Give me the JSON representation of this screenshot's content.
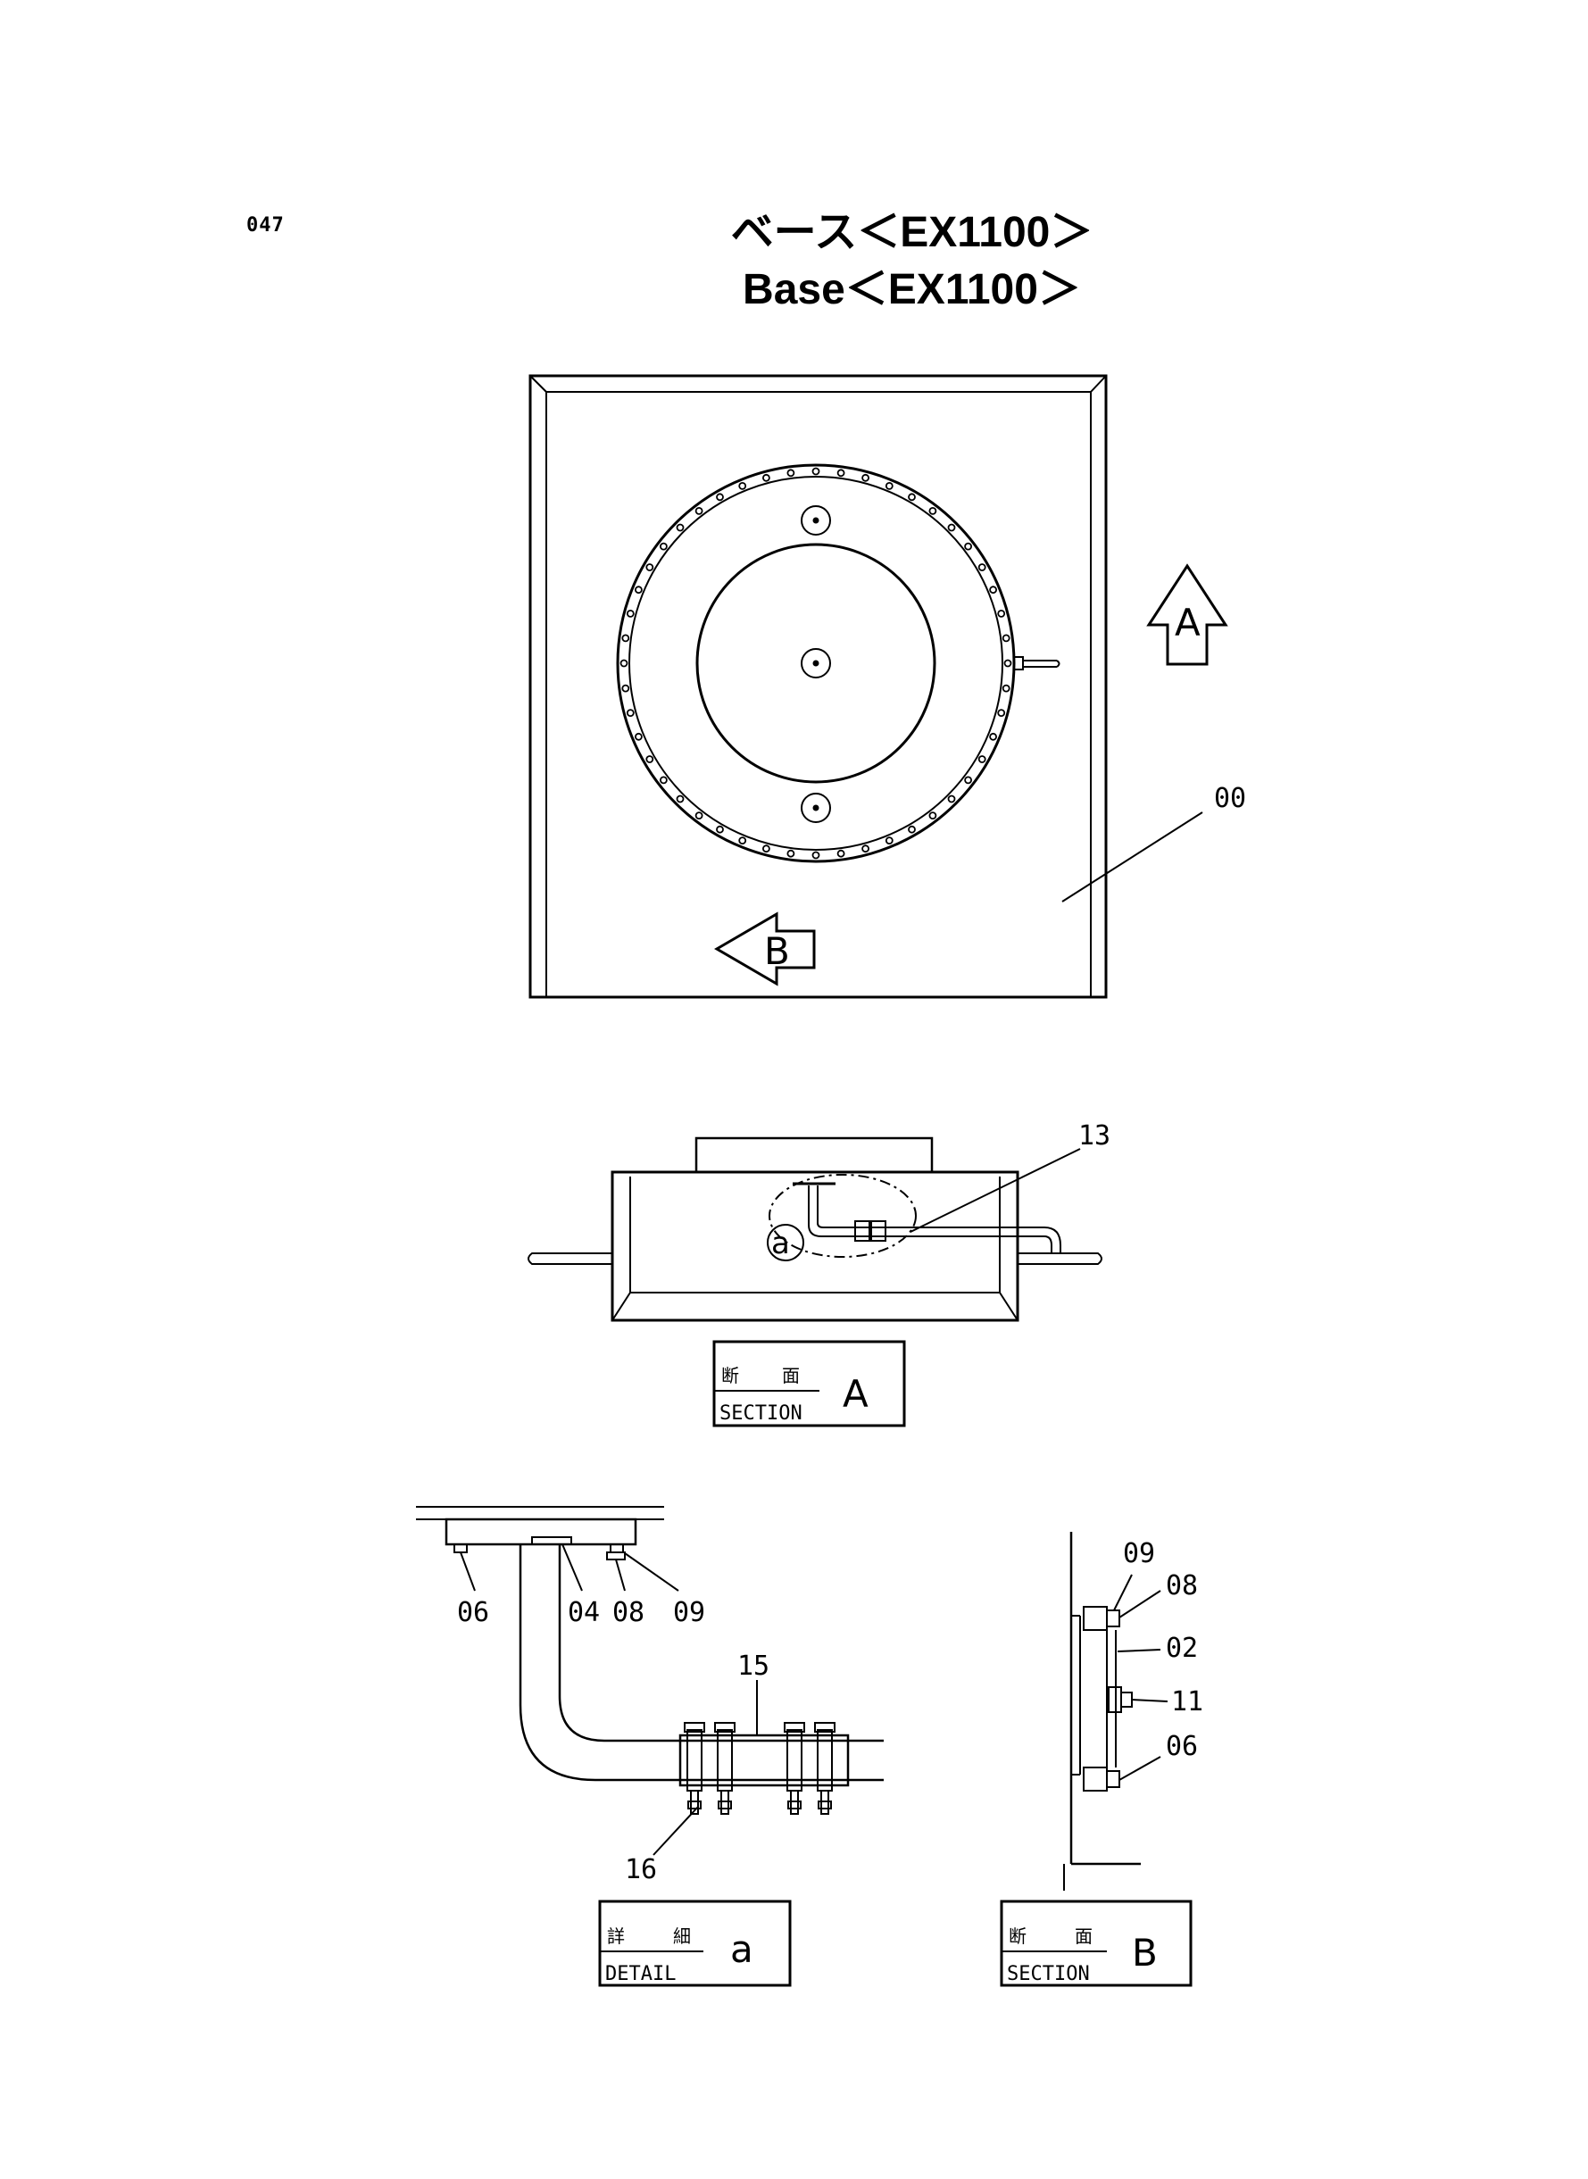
{
  "page_number": "047",
  "title": {
    "japanese": "ベース＜EX1100＞",
    "english": "Base＜EX1100＞"
  },
  "view_arrows": {
    "a": "A",
    "b": "B"
  },
  "part_labels": {
    "p00": "00",
    "p13": "13",
    "p06_detail": "06",
    "p04": "04",
    "p08_detail": "08",
    "p09_detail": "09",
    "p15": "15",
    "p16": "16",
    "p09_section": "09",
    "p08_section": "08",
    "p02": "02",
    "p11": "11",
    "p06_section": "06"
  },
  "detail_marker": "a",
  "boxes": {
    "section_a": {
      "kanji_1": "断",
      "kanji_2": "面",
      "english": "SECTION",
      "letter": "A"
    },
    "detail_a": {
      "kanji_1": "詳",
      "kanji_2": "細",
      "english": "DETAIL",
      "letter": "a"
    },
    "section_b": {
      "kanji_1": "断",
      "kanji_2": "面",
      "english": "SECTION",
      "letter": "B"
    }
  }
}
